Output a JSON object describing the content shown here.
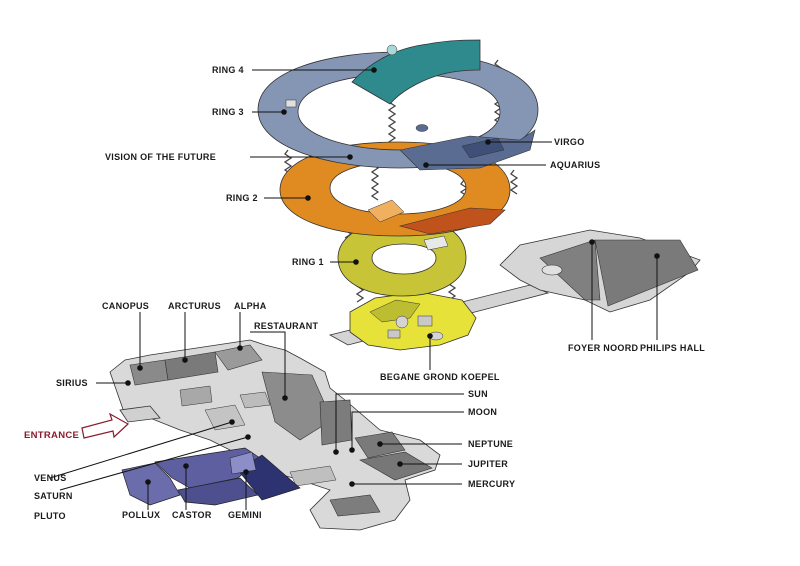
{
  "labels": {
    "ring4": "RING 4",
    "ring3": "RING 3",
    "vision": "VISION OF THE FUTURE",
    "ring2": "RING 2",
    "ring1": "RING 1",
    "virgo": "VIRGO",
    "aquarius": "AQUARIUS",
    "canopus": "CANOPUS",
    "arcturus": "ARCTURUS",
    "alpha": "ALPHA",
    "restaurant": "RESTAURANT",
    "sirius": "SIRIUS",
    "entrance": "ENTRANCE",
    "venus": "VENUS",
    "saturn": "SATURN",
    "pluto": "PLUTO",
    "pollux": "POLLUX",
    "castor": "CASTOR",
    "gemini": "GEMINI",
    "begane": "BEGANE GROND KOEPEL",
    "foyer": "FOYER NOORD",
    "philips": "PHILIPS HALL",
    "sun": "SUN",
    "moon": "MOON",
    "neptune": "NEPTUNE",
    "jupiter": "JUPITER",
    "mercury": "MERCURY"
  },
  "colors": {
    "ring4": "#2e8a8c",
    "ring3": "#8596b4",
    "ring2": "#e08a22",
    "ring1": "#c8c437",
    "ground": "#e6e23a",
    "floor": "#d6d6d6",
    "roomDark": "#7a7a7a",
    "purple": "#5e5fa0",
    "navy": "#2d3270",
    "entrance": "#8a1c2b"
  }
}
